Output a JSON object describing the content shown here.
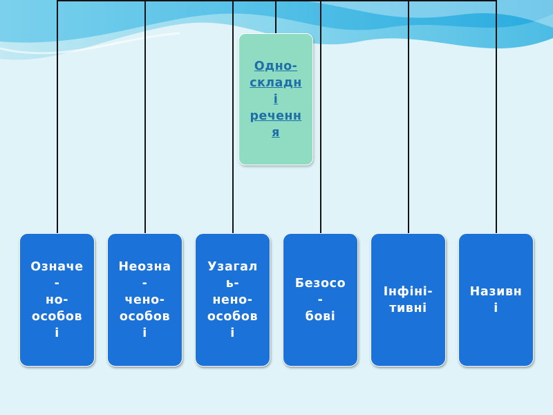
{
  "root": {
    "label": "Одно-\nскладн\nі\nреченн\nя"
  },
  "types": [
    {
      "label": "Означе\n-\nно-\nособов\nі"
    },
    {
      "label": "Неозна\n-\nчено-\nособов\nі"
    },
    {
      "label": "Узагал\nь-\nнено-\nособов\nі"
    },
    {
      "label": "Безосо\n-\nбові"
    },
    {
      "label": "Інфіні-\nтивні"
    },
    {
      "label": "Називн\nі"
    }
  ],
  "colors": {
    "background": "#dff3f8",
    "root_fill": "#8fdcc3",
    "root_text": "#1e6fa8",
    "leaf_fill": "#1b72d8",
    "leaf_text": "#ffffff",
    "connector": "#111111"
  }
}
